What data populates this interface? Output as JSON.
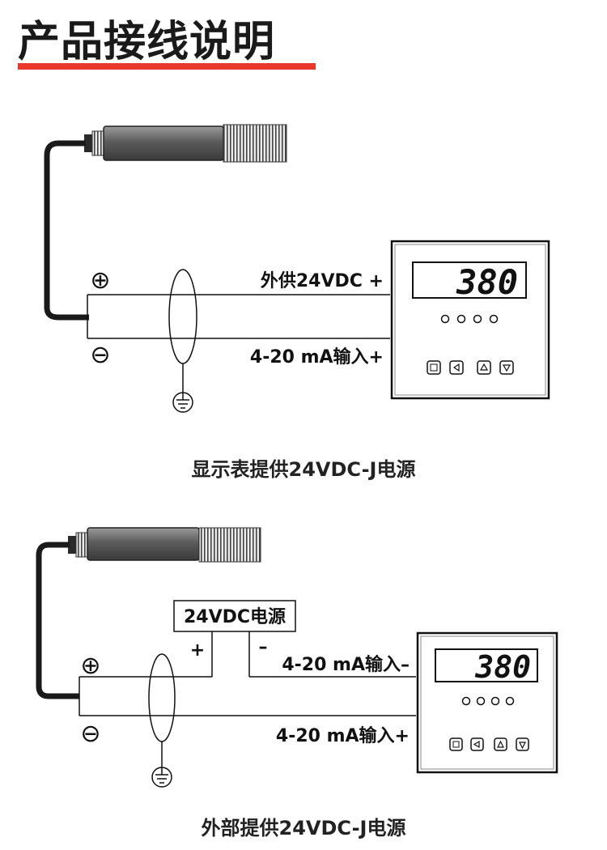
{
  "page": {
    "title": "产品接线说明",
    "accent_color": "#e8392c"
  },
  "diagrams": [
    {
      "caption": "显示表提供24VDC-J电源",
      "supply_label": "外供24VDC +",
      "input_label": "4-20 mA输入+",
      "display_value": "380",
      "positive_symbol": "⊕",
      "negative_symbol": "⊖",
      "ground_icon": "ground-icon"
    },
    {
      "caption": "外部提供24VDC-J电源",
      "psu_label": "24VDC电源",
      "psu_plus": "+",
      "psu_minus": "–",
      "input_minus_label": "4-20 mA输入–",
      "input_label": "4-20 mA输入+",
      "display_value": "380",
      "positive_symbol": "⊕",
      "negative_symbol": "⊖",
      "ground_icon": "ground-icon"
    }
  ]
}
